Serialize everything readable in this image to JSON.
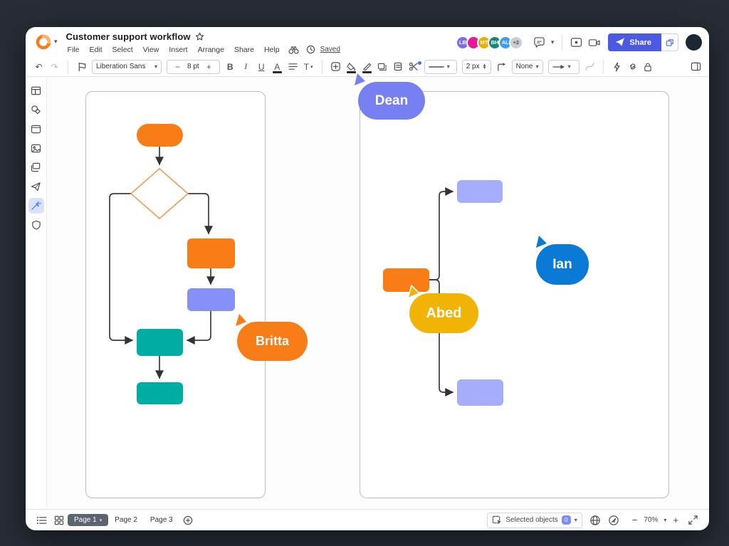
{
  "window": {
    "title": "Customer support workflow"
  },
  "menu": {
    "items": [
      "File",
      "Edit",
      "Select",
      "View",
      "Insert",
      "Arrange",
      "Share",
      "Help"
    ],
    "saved": "Saved"
  },
  "toolbar": {
    "font": "Liberation Sans",
    "font_size": "8 pt",
    "stroke_width": "2 px",
    "line_end": "None",
    "bold": "B",
    "italic": "I",
    "underline": "U",
    "text_color": "A",
    "text_style": "T"
  },
  "collab": {
    "avatars": [
      "LB",
      "",
      "MT",
      "BH",
      "AL",
      "+2"
    ],
    "avatar_colors": [
      "#7b6cf0",
      "#e5189a",
      "#eab000",
      "#17877d",
      "#3d9df0",
      "#c8cdd6"
    ],
    "share": "Share"
  },
  "pages": {
    "tabs": [
      "Page 1",
      "Page 2",
      "Page 3"
    ]
  },
  "status": {
    "selection_label": "Selected objects",
    "selection_count": "0",
    "zoom": "70%"
  },
  "canvas": {
    "cursors": [
      {
        "name": "Dean",
        "color": "#7680f0"
      },
      {
        "name": "Britta",
        "color": "#f87d17"
      },
      {
        "name": "Abed",
        "color": "#f0b306"
      },
      {
        "name": "Ian",
        "color": "#0b7ad6"
      }
    ],
    "shape_colors": {
      "orange": "#f87d17",
      "teal": "#00ada2",
      "purple": "#8590f8",
      "light_purple": "#a6adfb",
      "diamond_stroke": "#f49d52",
      "connector": "#333333"
    }
  },
  "brand": {
    "accent": "#4c59e2",
    "logo_color": "#f87d17"
  }
}
